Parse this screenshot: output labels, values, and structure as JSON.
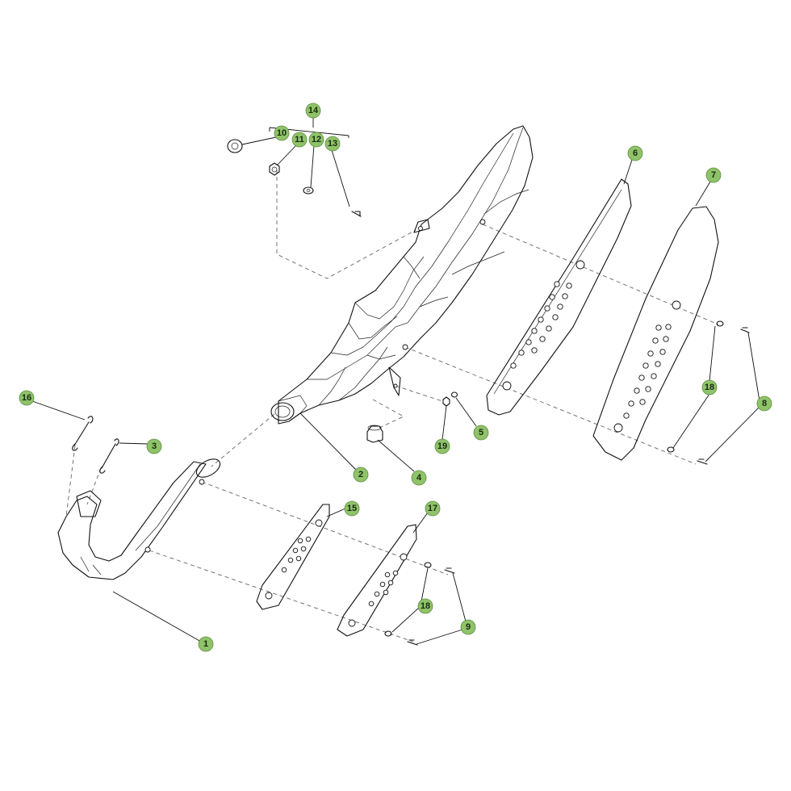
{
  "callouts": {
    "c1": "1",
    "c2": "2",
    "c3": "3",
    "c4": "4",
    "c5": "5",
    "c6": "6",
    "c7": "7",
    "c8": "8",
    "c9": "9",
    "c10": "10",
    "c11": "11",
    "c12": "12",
    "c13": "13",
    "c14": "14",
    "c15": "15",
    "c16": "16",
    "c17": "17",
    "c18a": "18",
    "c18b": "18",
    "c19": "19"
  },
  "colors": {
    "badge_fill": "#8fc36a",
    "line": "#111111"
  }
}
